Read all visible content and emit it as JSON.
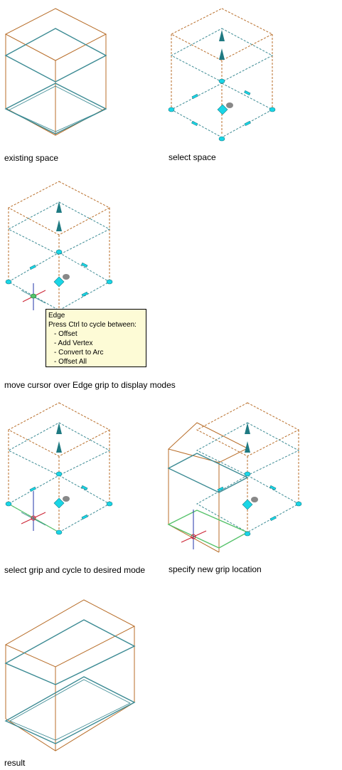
{
  "captions": {
    "existing": "existing space",
    "select": "select space",
    "move_cursor": "move cursor over Edge grip to display modes",
    "select_grip": "select grip and cycle to desired mode",
    "specify": "specify new grip location",
    "result": "result"
  },
  "tooltip": {
    "title": "Edge",
    "subtitle": "Press Ctrl to cycle between:",
    "items": [
      "- Offset",
      "- Add Vertex",
      "- Convert to Arc",
      "- Offset All"
    ]
  },
  "colors": {
    "orange": "#b86e2a",
    "teal": "#3b8a93",
    "grip": "#19d6e6",
    "tooltip_bg": "#fdfbd6",
    "ucs_red": "#cc2233",
    "ucs_blue": "#2233aa"
  }
}
